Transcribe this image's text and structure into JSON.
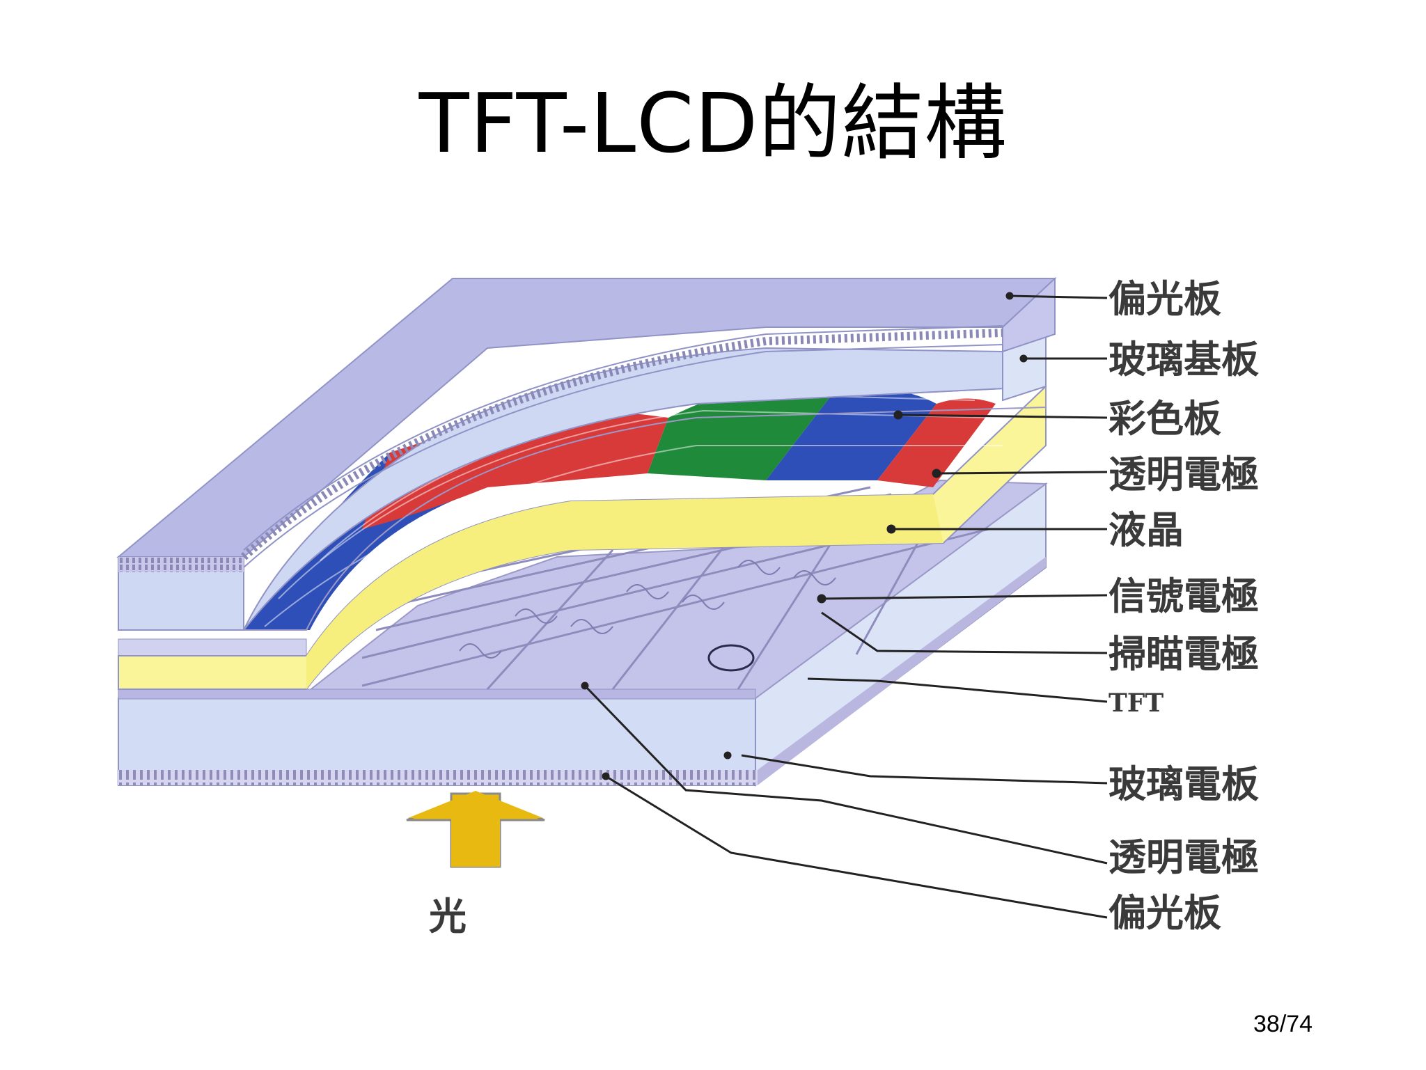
{
  "title": "TFT-LCD的結構",
  "labels": [
    "偏光板",
    "玻璃基板",
    "彩色板",
    "透明電極",
    "液晶",
    "信號電極",
    "掃瞄電極",
    "TFT",
    "玻璃電板",
    "透明電極",
    "偏光板"
  ],
  "light_label": "光",
  "page_number": "38/74",
  "colors": {
    "polarizer": "#b9b9e6",
    "glass": "#cfd8f3",
    "liquid_crystal": "#fbf59a",
    "filter_red": "#d83a3a",
    "filter_green": "#1f8a3a",
    "filter_blue": "#2e4fb8",
    "arrow": "#e8b911"
  }
}
